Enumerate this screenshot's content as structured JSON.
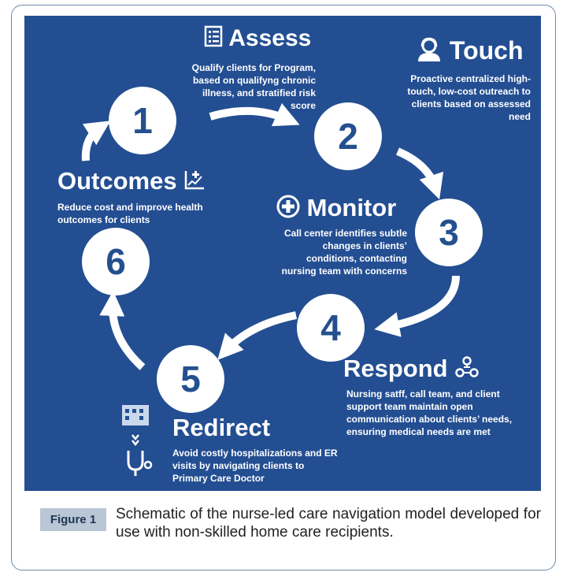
{
  "steps": [
    {
      "number": "1",
      "title": "Assess",
      "icon": "checklist-icon",
      "text": "Qualify clients for Program, based on qualifyng chronic illness, and stratified risk score"
    },
    {
      "number": "2",
      "title": "Touch",
      "icon": "user-headset-icon",
      "text": "Proactive centralized high-touch, low-cost outreach to clients based on assessed need"
    },
    {
      "number": "3",
      "title": "Monitor",
      "icon": "plus-circle-icon",
      "text": "Call center identifies subtle changes in clients’ conditions, contacting nursing team with concerns"
    },
    {
      "number": "4",
      "title": "Respond",
      "icon": "team-network-icon",
      "text": "Nursing satff, call team, and client support team maintain open communication about clients’ needs, ensuring medical needs are met"
    },
    {
      "number": "5",
      "title": "Redirect",
      "icon": "hospital-stethoscope-icon",
      "text": "Avoid costly hospitalizations and ER visits by navigating clients to Primary Care Doctor"
    },
    {
      "number": "6",
      "title": "Outcomes",
      "icon": "health-chart-icon",
      "text": "Reduce cost and improve health outcomes for clients"
    }
  ],
  "figure": {
    "label": "Figure 1",
    "caption": "Schematic of the nurse-led care navigation model developed for use with non-skilled home care recipients."
  },
  "colors": {
    "panel": "#234e92",
    "circle_text": "#24508f",
    "label_bg": "#b8c6d6"
  }
}
